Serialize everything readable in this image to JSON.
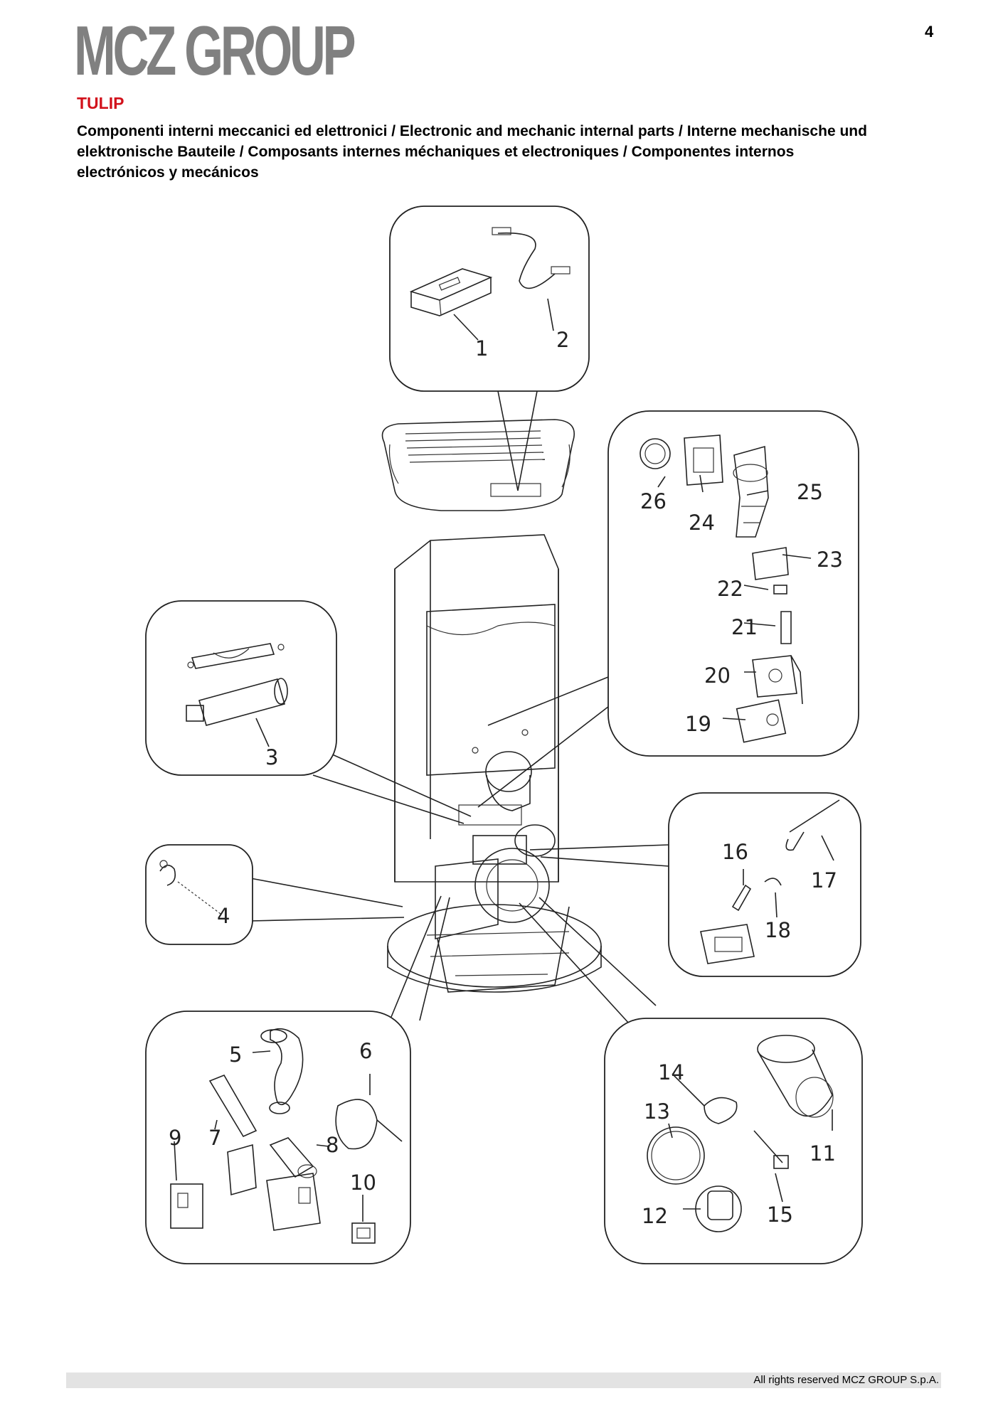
{
  "header": {
    "brand": "MCZ GROUP",
    "page_number": "4",
    "model": "TULIP",
    "subtitle": "Componenti interni meccanici ed elettronici / Electronic and mechanic internal parts / Interne mechanische und elektronische Bauteile / Composants internes méchaniques et electroniques / Componentes internos electrónicos y mecánicos"
  },
  "callouts": {
    "c1": "1",
    "c2": "2",
    "c3": "3",
    "c4": "4",
    "c5": "5",
    "c6": "6",
    "c7": "7",
    "c8": "8",
    "c9": "9",
    "c10": "10",
    "c11": "11",
    "c12": "12",
    "c13": "13",
    "c14": "14",
    "c15": "15",
    "c16": "16",
    "c17": "17",
    "c18": "18",
    "c19": "19",
    "c20": "20",
    "c21": "21",
    "c22": "22",
    "c23": "23",
    "c24": "24",
    "c25": "25",
    "c26": "26"
  },
  "footer": {
    "copyright": "All rights reserved MCZ GROUP S.p.A."
  }
}
